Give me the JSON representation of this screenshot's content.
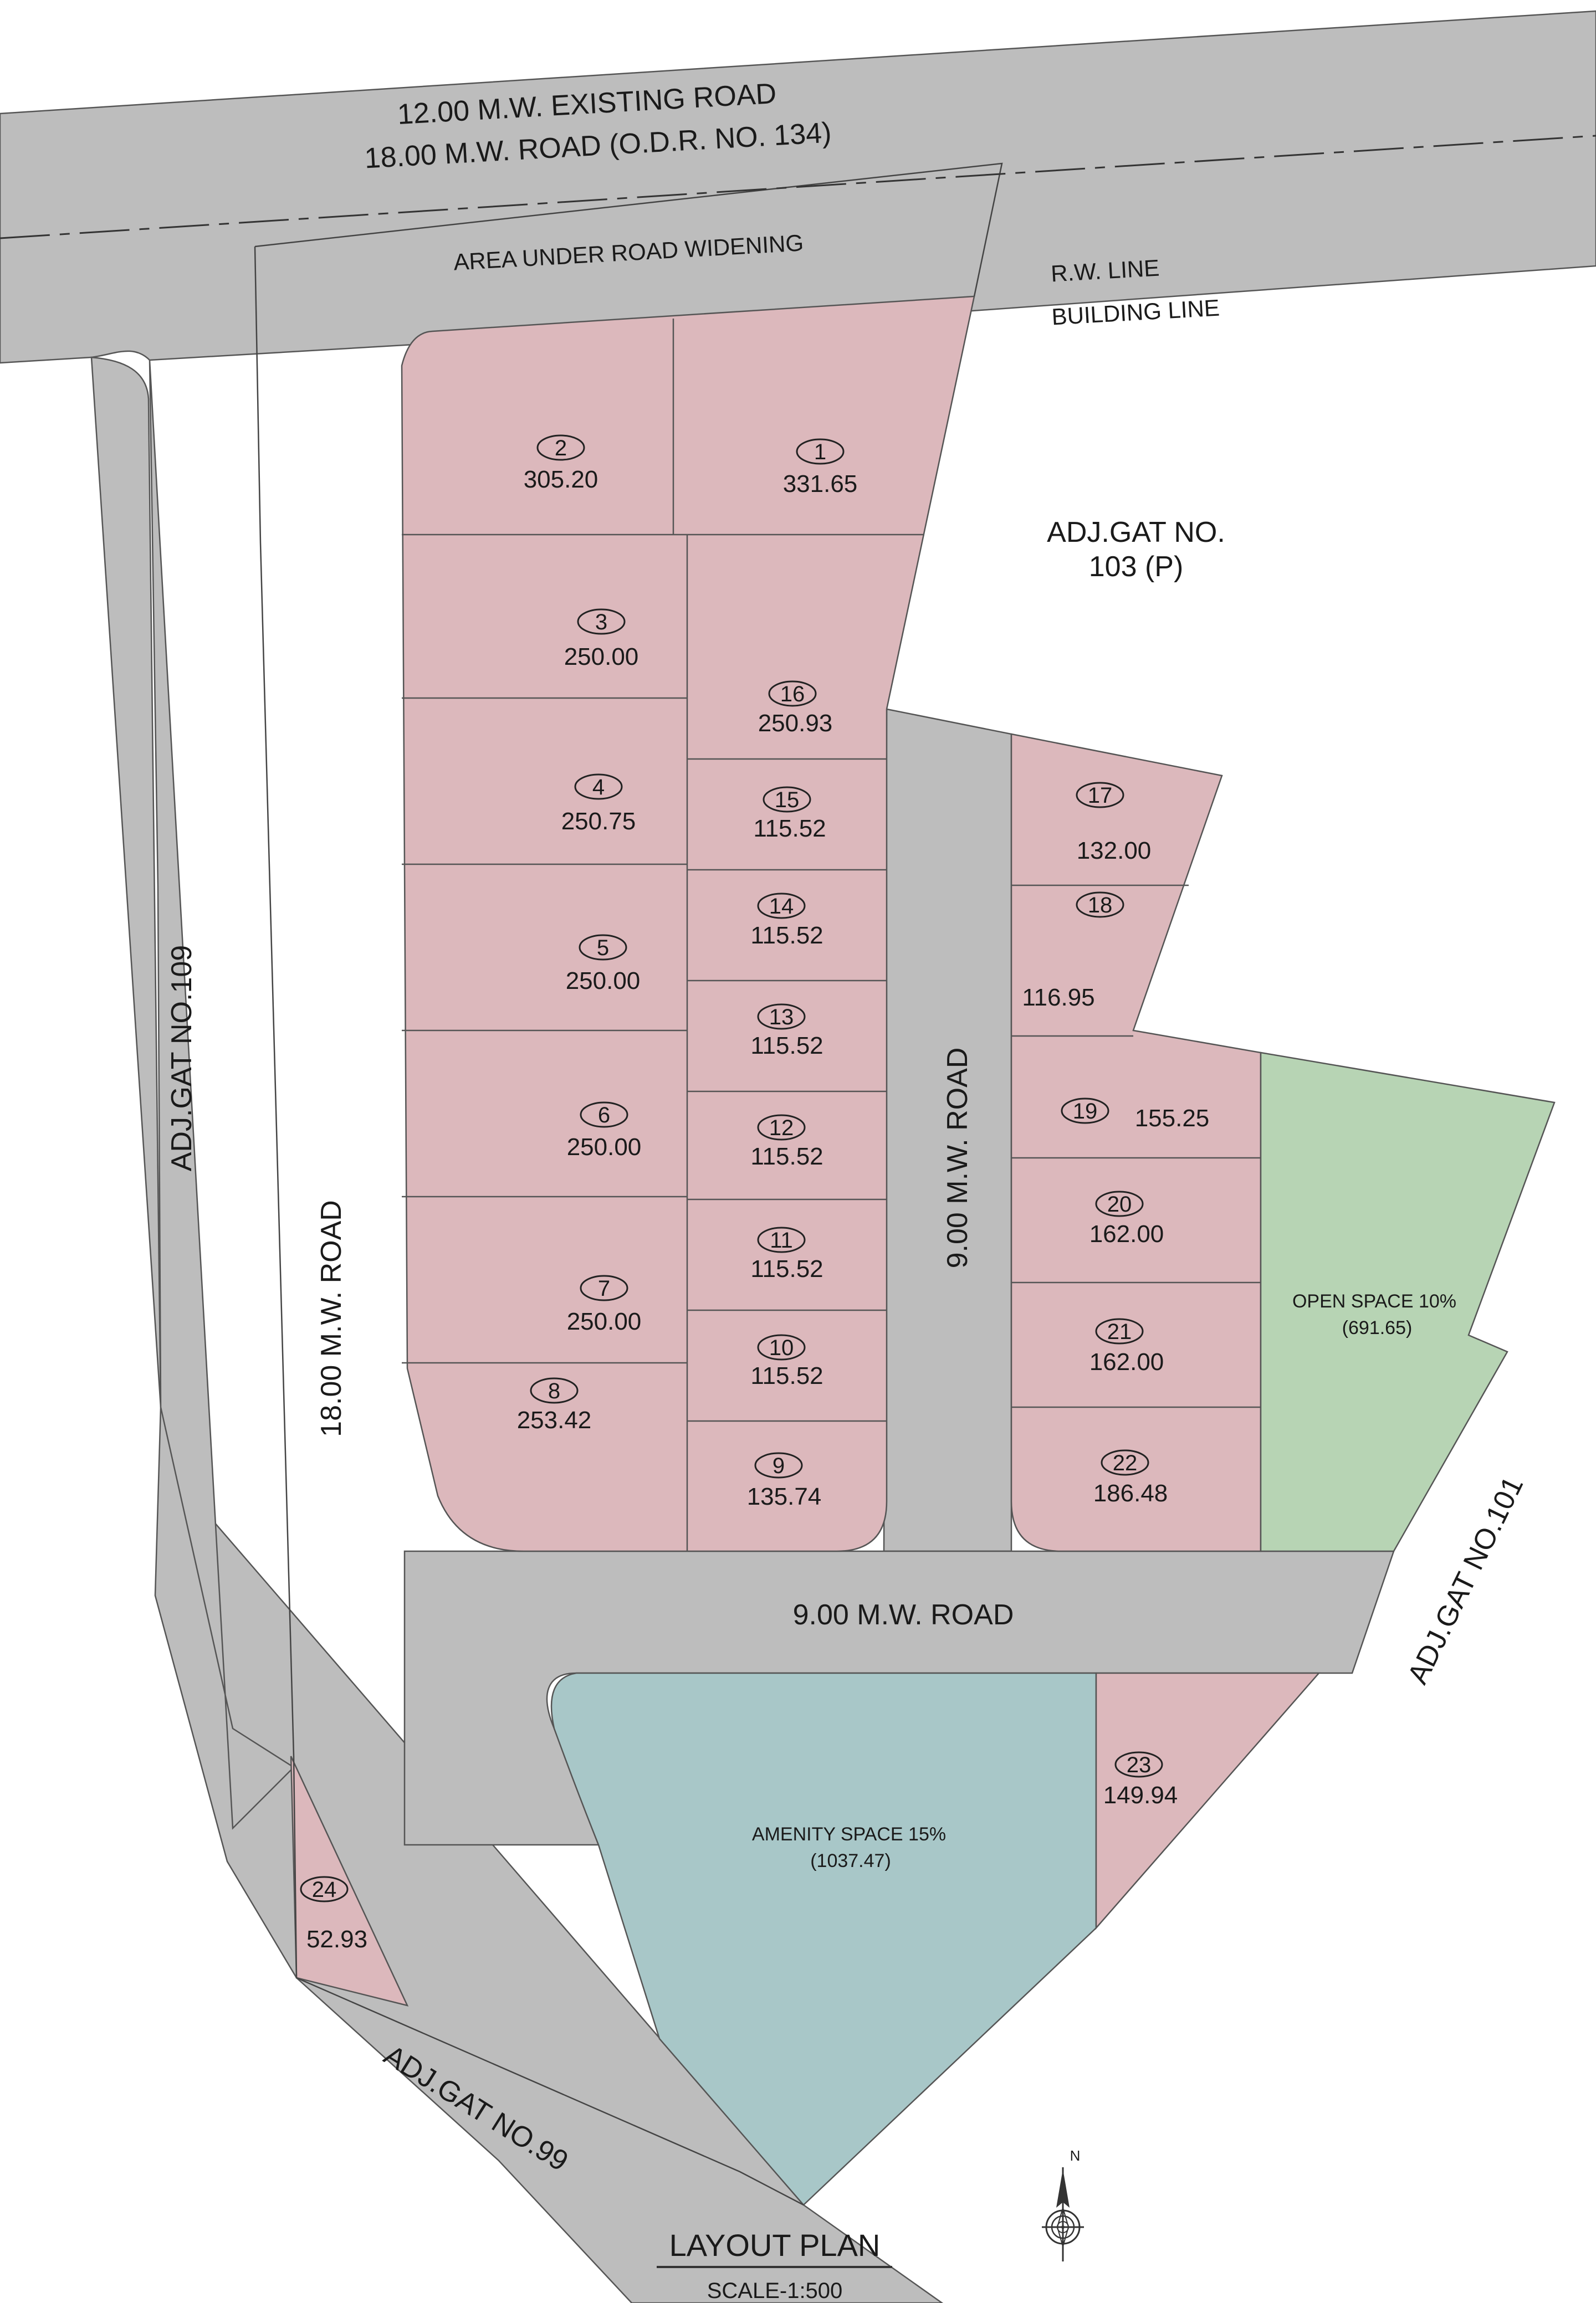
{
  "labels": {
    "existing_road": "12.00 M.W. EXISTING ROAD",
    "odr_road": "18.00 M.W. ROAD (O.D.R. NO. 134)",
    "road_widening": "AREA UNDER ROAD WIDENING",
    "rw_line": "R.W. LINE",
    "building_line": "BUILDING LINE",
    "adj_103_line1": "ADJ.GAT NO.",
    "adj_103_line2": "103 (P)",
    "adj_109": "ADJ.GAT NO.109",
    "adj_101": "ADJ.GAT NO.101",
    "adj_99": "ADJ.GAT NO.99",
    "road_18_vertical": "18.00 M.W. ROAD",
    "road_9_vertical": "9.00 M.W. ROAD",
    "road_9_horizontal": "9.00 M.W. ROAD",
    "open_space": "OPEN SPACE 10%",
    "open_space_area": "(691.65)",
    "amenity_space": "AMENITY SPACE 15%",
    "amenity_area": "(1037.47)",
    "title": "LAYOUT PLAN",
    "scale": "SCALE-1:500",
    "north": "N"
  },
  "plots": [
    {
      "no": "1",
      "area": "331.65"
    },
    {
      "no": "2",
      "area": "305.20"
    },
    {
      "no": "3",
      "area": "250.00"
    },
    {
      "no": "4",
      "area": "250.75"
    },
    {
      "no": "5",
      "area": "250.00"
    },
    {
      "no": "6",
      "area": "250.00"
    },
    {
      "no": "7",
      "area": "250.00"
    },
    {
      "no": "8",
      "area": "253.42"
    },
    {
      "no": "9",
      "area": "135.74"
    },
    {
      "no": "10",
      "area": "115.52"
    },
    {
      "no": "11",
      "area": "115.52"
    },
    {
      "no": "12",
      "area": "115.52"
    },
    {
      "no": "13",
      "area": "115.52"
    },
    {
      "no": "14",
      "area": "115.52"
    },
    {
      "no": "15",
      "area": "115.52"
    },
    {
      "no": "16",
      "area": "250.93"
    },
    {
      "no": "17",
      "area": "132.00"
    },
    {
      "no": "18",
      "area": "116.95"
    },
    {
      "no": "19",
      "area": "155.25"
    },
    {
      "no": "20",
      "area": "162.00"
    },
    {
      "no": "21",
      "area": "162.00"
    },
    {
      "no": "22",
      "area": "186.48"
    },
    {
      "no": "23",
      "area": "149.94"
    },
    {
      "no": "24",
      "area": "52.93"
    }
  ],
  "colors": {
    "road": "#bdbdbd",
    "plot": "#dcb8bc",
    "open_space": "#b7d4b4",
    "amenity_space": "#a8c7c8"
  },
  "icons": [
    "north-arrow-icon"
  ]
}
